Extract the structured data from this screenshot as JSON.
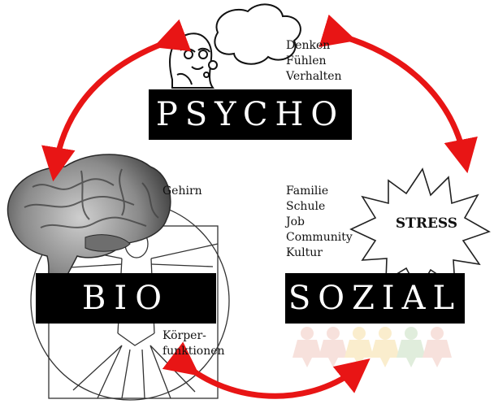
{
  "psycho": {
    "title": "PSYCHO",
    "items": [
      "Denken",
      "Fühlen",
      "Verhalten"
    ]
  },
  "bio": {
    "title": "BIO",
    "label_top": "Gehirn",
    "label_bottom_line1": "Körper-",
    "label_bottom_line2": "funktionen"
  },
  "sozial": {
    "title": "SOZIAL",
    "items": [
      "Familie",
      "Schule",
      "Job",
      "Community",
      "Kultur"
    ],
    "stress_label": "STRESS"
  },
  "colors": {
    "arrow": "#e81515",
    "block_bg": "#000000",
    "block_text": "#ffffff",
    "people_1": "#f2c9c0",
    "people_2": "#f6e0a6",
    "people_3": "#c8dfc0"
  },
  "icons": [
    "thinking-person-icon",
    "thought-bubble-icon",
    "brain-icon",
    "vitruvian-man-icon",
    "stress-burst-icon",
    "paper-people-icon"
  ]
}
